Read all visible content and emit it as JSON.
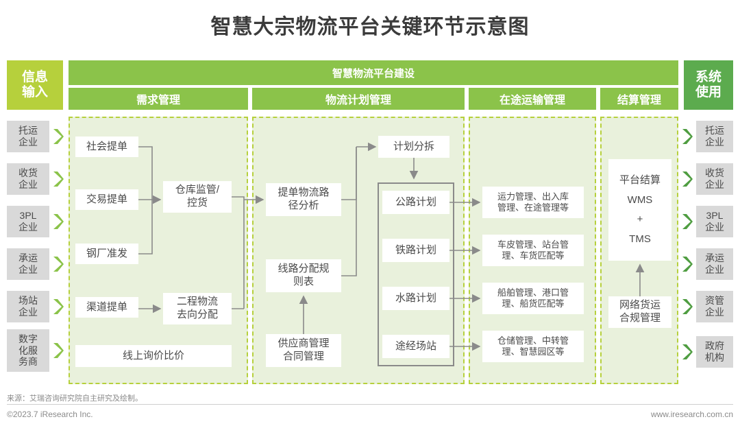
{
  "title": "智慧大宗物流平台关键环节示意图",
  "header": {
    "left_block": [
      "信息",
      "输入"
    ],
    "right_block": [
      "系统",
      "使用"
    ],
    "platform_band": "智慧物流平台建设",
    "columns": [
      {
        "key": "demand",
        "label": "需求管理"
      },
      {
        "key": "plan",
        "label": "物流计划管理"
      },
      {
        "key": "transit",
        "label": "在途运输管理"
      },
      {
        "key": "settle",
        "label": "结算管理"
      }
    ]
  },
  "left_entities": [
    {
      "lines": [
        "托运",
        "企业"
      ]
    },
    {
      "lines": [
        "收货",
        "企业"
      ]
    },
    {
      "lines": [
        "3PL",
        "企业"
      ]
    },
    {
      "lines": [
        "承运",
        "企业"
      ]
    },
    {
      "lines": [
        "场站",
        "企业"
      ]
    },
    {
      "lines": [
        "数字",
        "化服",
        "务商"
      ]
    }
  ],
  "right_entities": [
    {
      "lines": [
        "托运",
        "企业"
      ]
    },
    {
      "lines": [
        "收货",
        "企业"
      ]
    },
    {
      "lines": [
        "3PL",
        "企业"
      ]
    },
    {
      "lines": [
        "承运",
        "企业"
      ]
    },
    {
      "lines": [
        "资管",
        "企业"
      ]
    },
    {
      "lines": [
        "政府",
        "机构"
      ]
    }
  ],
  "demand_column": {
    "social_order": "社会提单",
    "trade_order": "交易提单",
    "mill_release": "钢厂准发",
    "channel_order": "渠道提单",
    "warehouse": [
      "仓库监管/",
      "控货"
    ],
    "second_leg": [
      "二程物流",
      "去向分配"
    ],
    "online_quote": "线上询价比价"
  },
  "plan_column": {
    "route_analysis": [
      "提单物流路",
      "径分析"
    ],
    "rule_table": [
      "线路分配规",
      "则表"
    ],
    "supplier_contract": [
      "供应商管理",
      "合同管理"
    ],
    "plan_split": "计划分拆",
    "plans": [
      {
        "label": "公路计划"
      },
      {
        "label": "铁路计划"
      },
      {
        "label": "水路计划"
      },
      {
        "label": "途经场站"
      }
    ]
  },
  "transit_column": {
    "items": [
      [
        "运力管理、出入库",
        "管理、在途管理等"
      ],
      [
        "车皮管理、站台管",
        "理、车货匹配等"
      ],
      [
        "船舶管理、港口管",
        "理、船货匹配等"
      ],
      [
        "仓储管理、中转管",
        "理、智慧园区等"
      ]
    ]
  },
  "settle_column": {
    "platform_settle": [
      "平台结算",
      "WMS",
      "+",
      "TMS"
    ],
    "compliance": [
      "网络货运",
      "合规管理"
    ]
  },
  "footer": {
    "source": "来源：艾瑞咨询研究院自主研究及绘制。",
    "copyright": "©2023.7 iResearch Inc.",
    "url": "www.iresearch.com.cn"
  },
  "colors": {
    "header_green": "#8bc34a",
    "left_header_green": "#b6d03c",
    "right_header_green": "#5cab4e",
    "panel_fill": "#e9f1dc",
    "panel_border": "#b6d03c",
    "chip_gray": "#d9d9d9",
    "wire_gray": "#8a8a8a",
    "text_gray": "#4a4a4a"
  }
}
